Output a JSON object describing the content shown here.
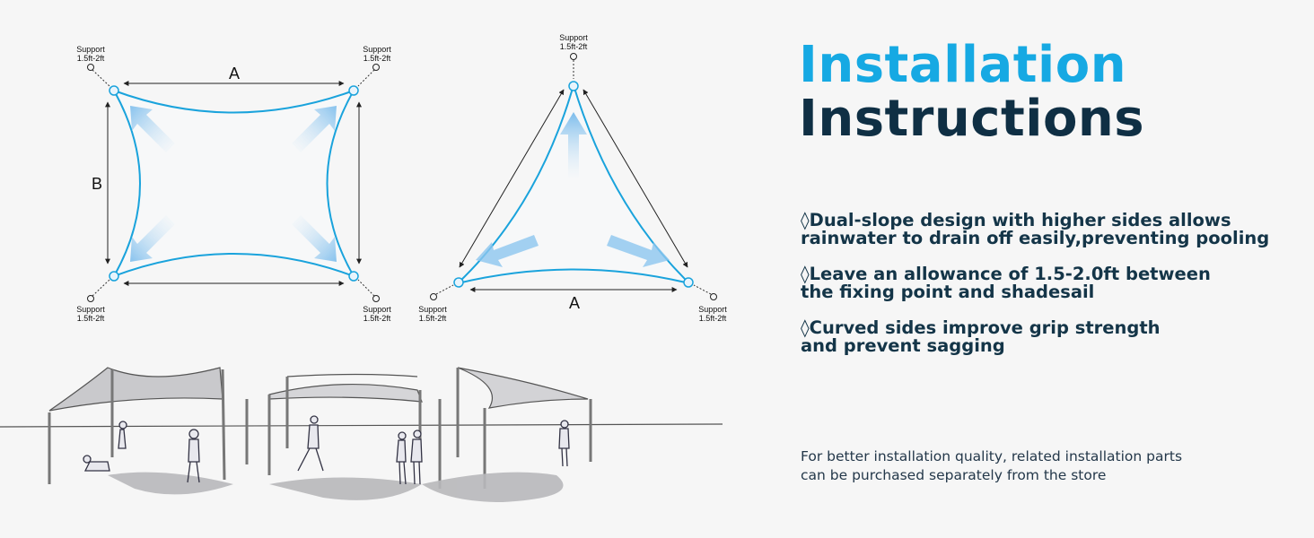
{
  "diagrams": {
    "rectangle": {
      "support_label": "Support",
      "support_distance": "1.5ft-2ft",
      "dim_a": "A",
      "dim_b": "B"
    },
    "triangle": {
      "support_label": "Support",
      "support_distance": "1.5ft-2ft",
      "dim_a": "A"
    }
  },
  "heading": {
    "line1": "Installation",
    "line2": "Instructions"
  },
  "bullets": [
    {
      "line1": "◊Dual-slope design with higher sides allows",
      "line2": "rainwater to drain off easily,preventing pooling"
    },
    {
      "line1": "◊Leave an allowance of 1.5-2.0ft between",
      "line2": "the fixing point and shadesail"
    },
    {
      "line1": "◊Curved sides improve grip strength",
      "line2": "and prevent sagging"
    }
  ],
  "note": {
    "line1": "For better installation quality, related installation parts",
    "line2": "can be purchased separately from the store"
  },
  "colors": {
    "accent": "#16a9e3",
    "dark": "#0f2f44",
    "sail": "#1aa3dc"
  }
}
